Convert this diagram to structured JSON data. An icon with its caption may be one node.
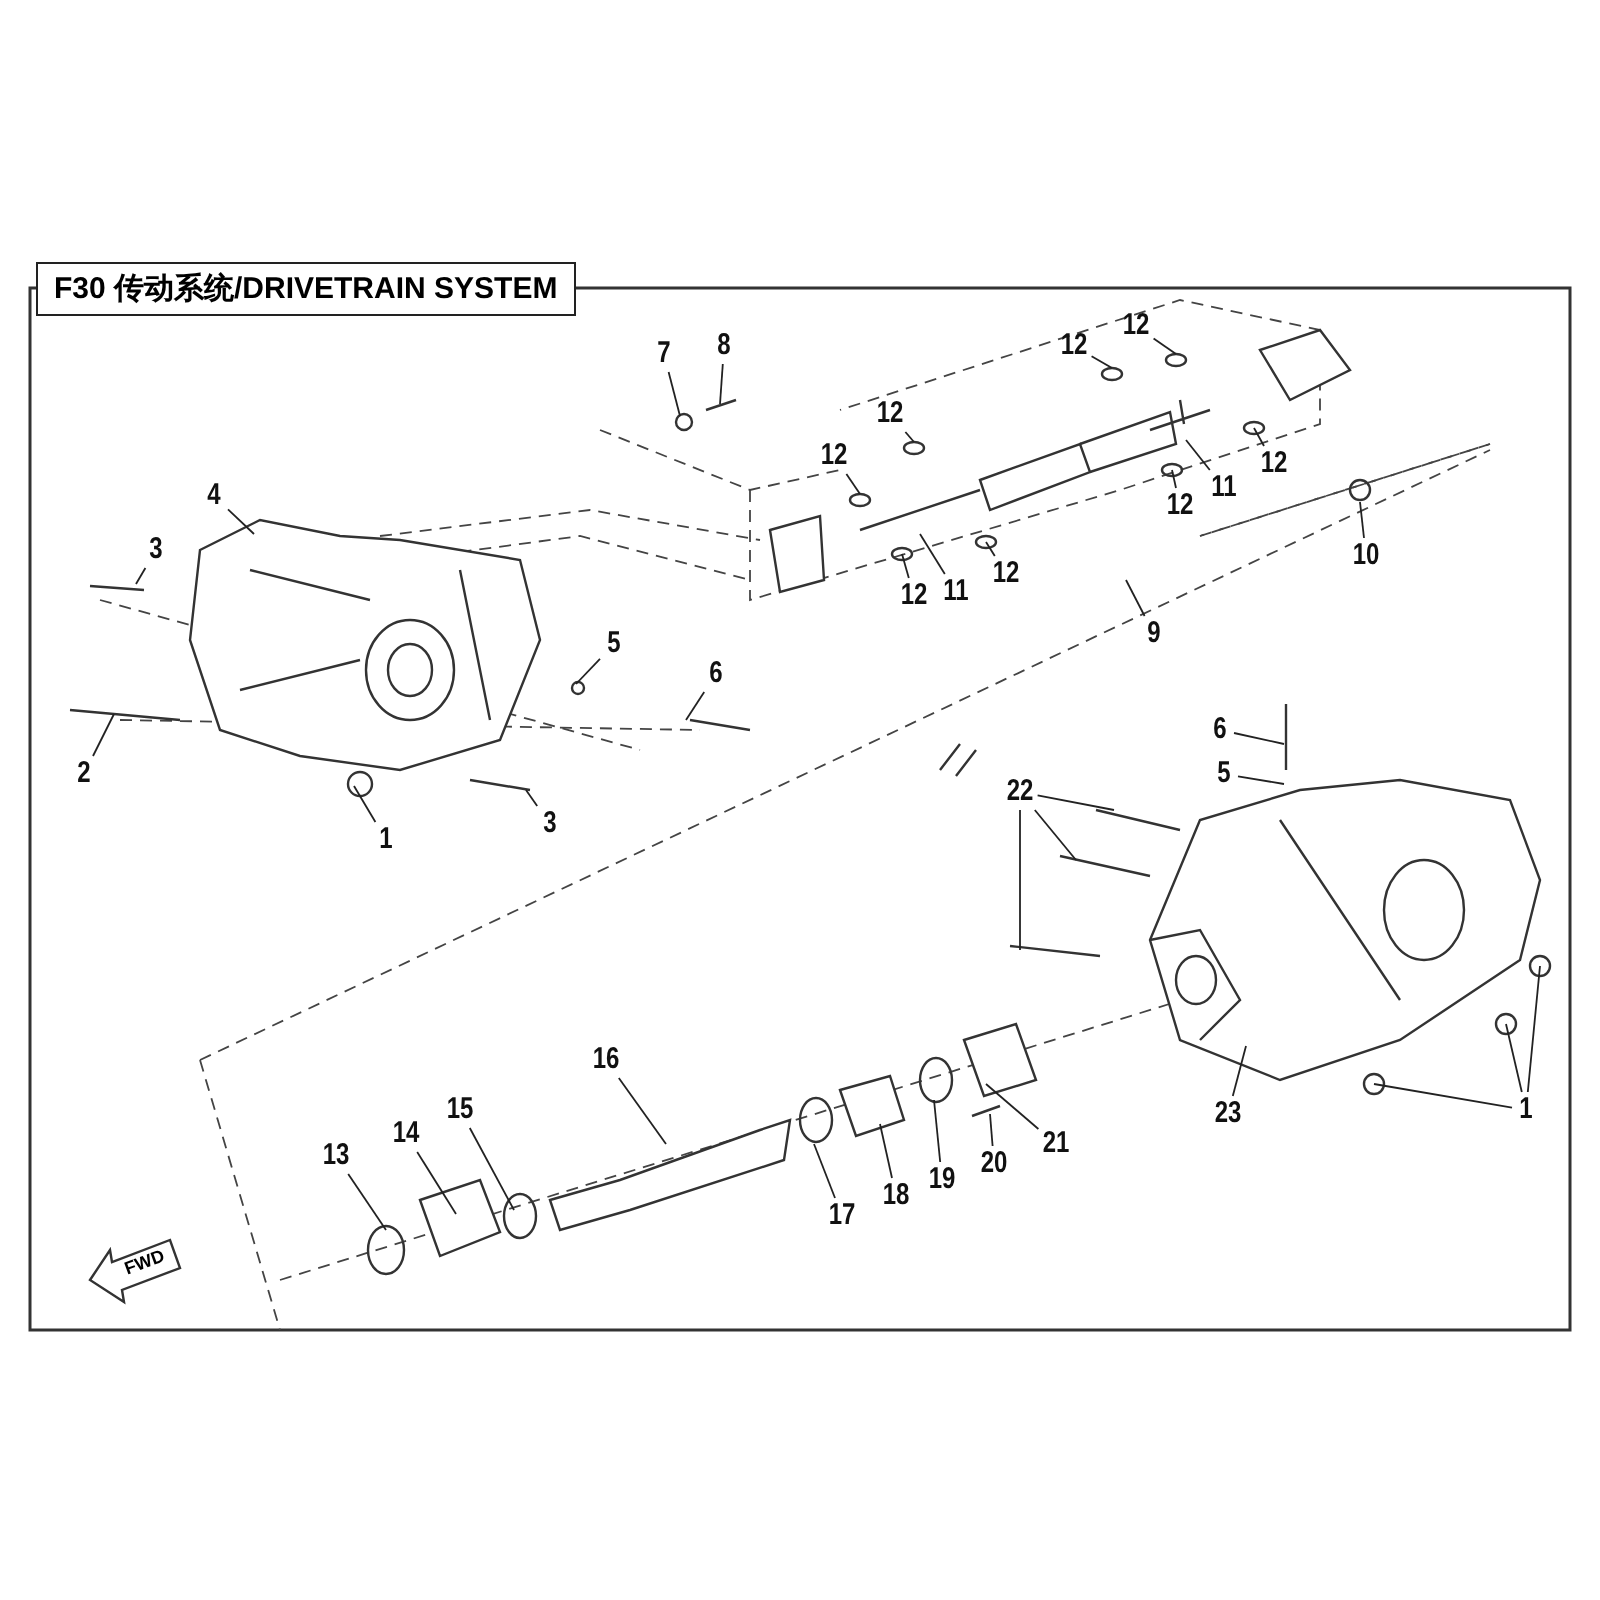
{
  "diagram": {
    "title": "F30 传动系统/DRIVETRAIN SYSTEM",
    "nodes": [
      {
        "text": [
          "12"
        ]
      },
      {
        "text": [
          "8"
        ]
      },
      {
        "text": [
          "12"
        ]
      },
      {
        "text": [
          "7"
        ]
      },
      {
        "text": [
          "12"
        ]
      },
      {
        "text": [
          "12"
        ]
      },
      {
        "text": [
          "11"
        ]
      },
      {
        "text": [
          "12"
        ]
      },
      {
        "text": [
          "4"
        ]
      },
      {
        "text": [
          "12"
        ]
      },
      {
        "text": [
          "3"
        ]
      },
      {
        "text": [
          "10"
        ]
      },
      {
        "text": [
          "11"
        ]
      },
      {
        "text": [
          "12"
        ]
      },
      {
        "text": [
          "12"
        ]
      },
      {
        "text": [
          "9"
        ]
      },
      {
        "text": [
          "5"
        ]
      },
      {
        "text": [
          "6"
        ]
      },
      {
        "text": [
          "6"
        ]
      },
      {
        "text": [
          "2"
        ]
      },
      {
        "text": [
          "5"
        ]
      },
      {
        "text": [
          "22"
        ]
      },
      {
        "text": [
          "3"
        ]
      },
      {
        "text": [
          "1"
        ]
      },
      {
        "text": [
          "16"
        ]
      },
      {
        "text": [
          "23"
        ]
      },
      {
        "text": [
          "1"
        ]
      },
      {
        "text": [
          "15"
        ]
      },
      {
        "text": [
          "14"
        ]
      },
      {
        "text": [
          "21"
        ]
      },
      {
        "text": [
          "13"
        ]
      },
      {
        "text": [
          "20"
        ]
      },
      {
        "text": [
          "19"
        ]
      },
      {
        "text": [
          "18"
        ]
      },
      {
        "text": [
          "17"
        ]
      }
    ],
    "edges": [
      {
        "from": 0,
        "to": null,
        "arrow": "none"
      },
      {
        "from": 1,
        "to": null,
        "arrow": "none"
      },
      {
        "from": 2,
        "to": null,
        "arrow": "none"
      },
      {
        "from": 3,
        "to": null,
        "arrow": "none"
      },
      {
        "from": 4,
        "to": null,
        "arrow": "none"
      },
      {
        "from": 5,
        "to": null,
        "arrow": "none"
      },
      {
        "from": 6,
        "to": null,
        "arrow": "none"
      },
      {
        "from": 7,
        "to": null,
        "arrow": "none"
      },
      {
        "from": 8,
        "to": null,
        "arrow": "none"
      },
      {
        "from": 9,
        "to": null,
        "arrow": "none"
      },
      {
        "from": 10,
        "to": null,
        "arrow": "none"
      },
      {
        "from": 11,
        "to": null,
        "arrow": "none"
      },
      {
        "from": 12,
        "to": null,
        "arrow": "none"
      },
      {
        "from": 13,
        "to": null,
        "arrow": "none"
      },
      {
        "from": 14,
        "to": null,
        "arrow": "none"
      },
      {
        "from": 15,
        "to": null,
        "arrow": "none"
      },
      {
        "from": 16,
        "to": null,
        "arrow": "none"
      },
      {
        "from": 17,
        "to": null,
        "arrow": "none"
      },
      {
        "from": 18,
        "to": null,
        "arrow": "none"
      },
      {
        "from": 19,
        "to": null,
        "arrow": "none"
      },
      {
        "from": 20,
        "to": null,
        "arrow": "none"
      },
      {
        "from": 21,
        "to": null,
        "arrow": "none"
      },
      {
        "from": 21,
        "to": null,
        "arrow": "none"
      },
      {
        "from": 21,
        "to": null,
        "arrow": "none"
      },
      {
        "from": 22,
        "to": null,
        "arrow": "none"
      },
      {
        "from": 23,
        "to": null,
        "arrow": "none"
      },
      {
        "from": 24,
        "to": null,
        "arrow": "none"
      },
      {
        "from": 25,
        "to": null,
        "arrow": "none"
      },
      {
        "from": 26,
        "to": null,
        "arrow": "none"
      },
      {
        "from": 26,
        "to": null,
        "arrow": "none"
      },
      {
        "from": 26,
        "to": null,
        "arrow": "none"
      },
      {
        "from": 27,
        "to": null,
        "arrow": "none"
      },
      {
        "from": 28,
        "to": null,
        "arrow": "none"
      },
      {
        "from": 29,
        "to": null,
        "arrow": "none"
      },
      {
        "from": 30,
        "to": null,
        "arrow": "none"
      },
      {
        "from": 31,
        "to": null,
        "arrow": "none"
      },
      {
        "from": 32,
        "to": null,
        "arrow": "none"
      },
      {
        "from": 33,
        "to": null,
        "arrow": "none"
      },
      {
        "from": 34,
        "to": null,
        "arrow": "none"
      }
    ],
    "labels": [
      "FWD"
    ]
  }
}
